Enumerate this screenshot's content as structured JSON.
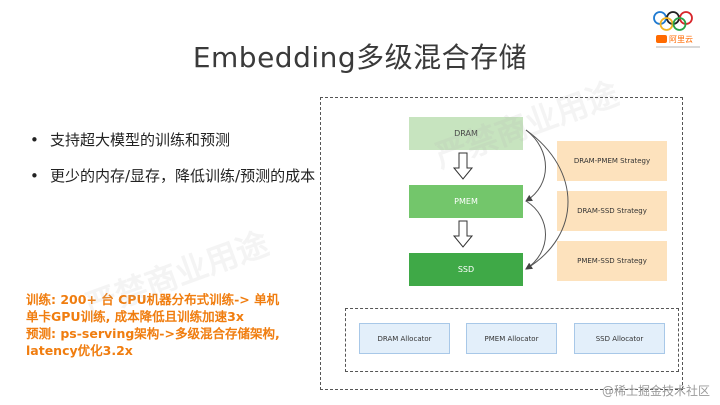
{
  "slide": {
    "title": "Embedding多级混合存储",
    "bullets": [
      "支持超大模型的训练和预测",
      "更少的内存/显存，降低训练/预测的成本"
    ],
    "orange_lines": [
      "训练: 200+ 台 CPU机器分布式训练-> 单机",
      "单卡GPU训练, 成本降低且训练加速3x",
      "预测: ps-serving架构->多级混合存储架构,",
      "latency优化3.2x"
    ]
  },
  "diagram": {
    "memory_tiers": [
      "DRAM",
      "PMEM",
      "SSD"
    ],
    "strategies": [
      "DRAM-PMEM Strategy",
      "DRAM-SSD Strategy",
      "PMEM-SSD Strategy"
    ],
    "allocators": [
      "DRAM Allocator",
      "PMEM Allocator",
      "SSD Allocator"
    ]
  },
  "logo": {
    "text": "阿里云"
  },
  "watermark": {
    "text": "严禁商业用途"
  },
  "footer": {
    "text": "@稀土掘金技术社区"
  },
  "colors": {
    "title": "#3a3a3a",
    "orange": "#f07d0f",
    "dram": "#c7e4bf",
    "pmem": "#73c66b",
    "ssd": "#3fa947",
    "strategy": "#fde2bd",
    "allocator": "#e3effa"
  }
}
